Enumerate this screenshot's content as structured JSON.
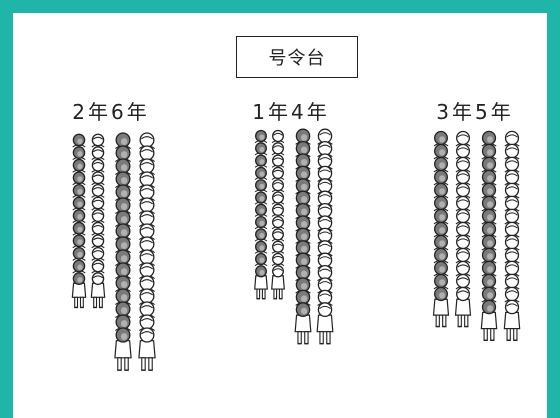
{
  "podium": {
    "label": "号令台"
  },
  "groups": [
    {
      "label": "2年6年"
    },
    {
      "label": "1年4年"
    },
    {
      "label": "3年5年"
    }
  ],
  "colors": {
    "frame": "#1fb5a8",
    "line": "#222222",
    "hair": "#7a7a7a",
    "skin": "#ffffff"
  }
}
